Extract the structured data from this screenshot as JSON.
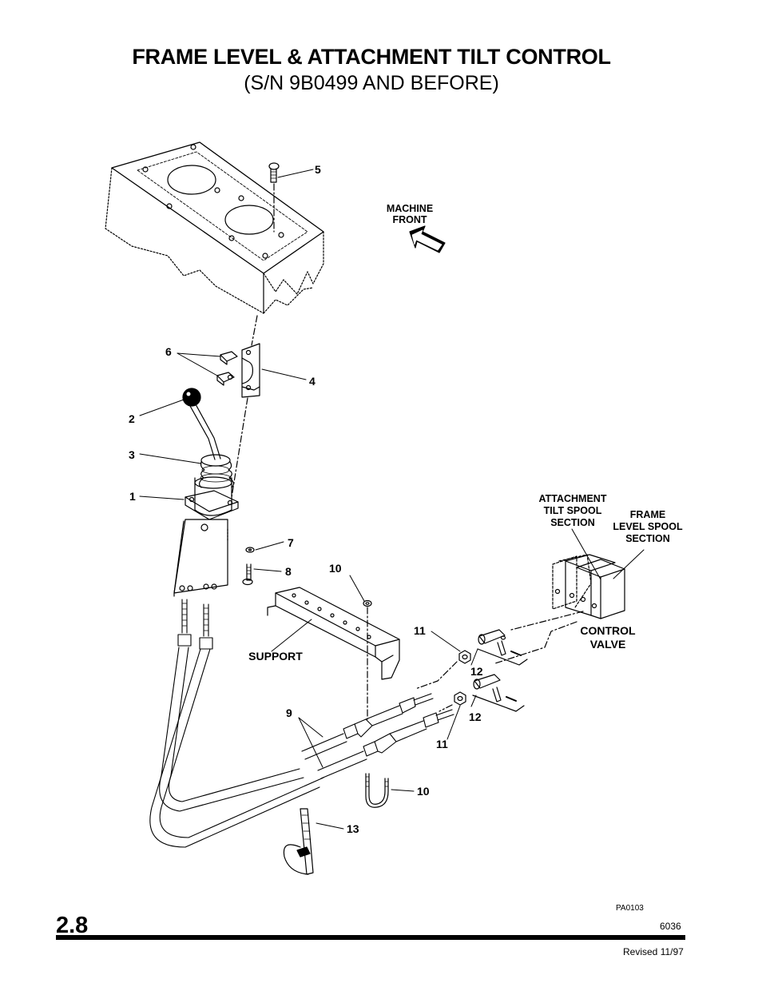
{
  "page": {
    "title": "FRAME LEVEL & ATTACHMENT TILT CONTROL",
    "subtitle": "(S/N 9B0499 AND BEFORE)",
    "page_number": "2.8",
    "drawing_code": "PA0103",
    "doc_number": "6036",
    "revision": "Revised 11/97"
  },
  "labels": {
    "machine_front": [
      "MACHINE",
      "FRONT"
    ],
    "attachment_tilt": [
      "ATTACHMENT",
      "TILT SPOOL",
      "SECTION"
    ],
    "frame_level": [
      "FRAME",
      "LEVEL SPOOL",
      "SECTION"
    ],
    "control_valve": [
      "CONTROL",
      "VALVE"
    ],
    "support": "SUPPORT"
  },
  "callouts": {
    "c1": "1",
    "c2": "2",
    "c3": "3",
    "c4": "4",
    "c5": "5",
    "c6": "6",
    "c7": "7",
    "c8": "8",
    "c9": "9",
    "c10a": "10",
    "c10b": "10",
    "c11a": "11",
    "c11b": "11",
    "c12a": "12",
    "c12b": "12",
    "c13": "13"
  }
}
